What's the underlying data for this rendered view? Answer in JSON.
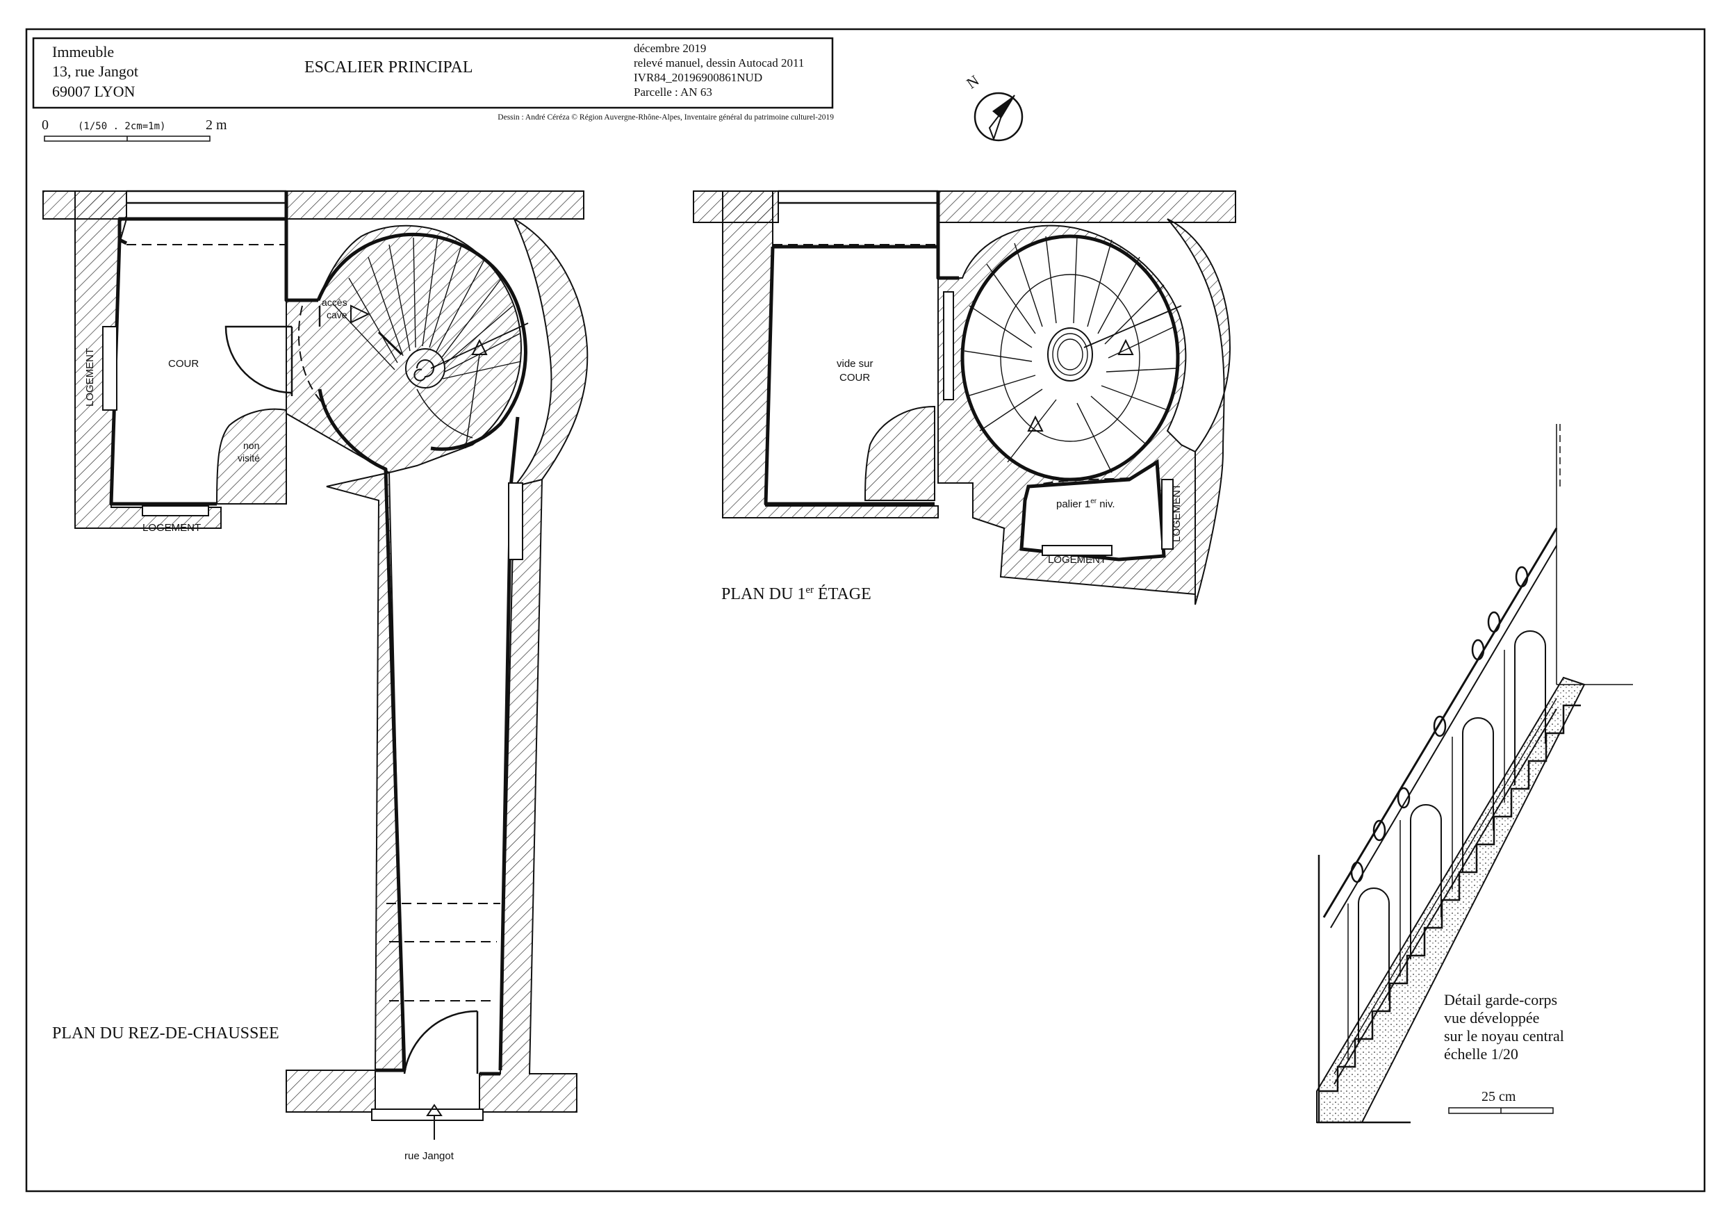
{
  "title_block": {
    "building_line1": "Immeuble",
    "building_line2": "13, rue Jangot",
    "building_line3": "69007 LYON",
    "title": "ESCALIER PRINCIPAL",
    "date": "décembre 2019",
    "method": "relevé manuel, dessin Autocad 2011",
    "reference": "IVR84_20196900861NUD",
    "parcel": "Parcelle : AN 63",
    "credit": "Dessin : André Céréza © Région Auvergne-Rhône-Alpes, Inventaire général du patrimoine culturel-2019"
  },
  "scale_bar": {
    "start": "0",
    "note": "(1/50 . 2cm=1m)",
    "end": "2 m"
  },
  "north_arrow": {
    "letter": "N",
    "icon": "north-arrow-icon"
  },
  "ground_floor": {
    "title": "PLAN DU REZ-DE-CHAUSSEE",
    "labels": {
      "court": "COUR",
      "dwelling_left": "LOGEMENT",
      "dwelling_bottom": "LOGEMENT",
      "cellar_line1": "accès",
      "cellar_line2": "cave",
      "not_visited_line1": "non",
      "not_visited_line2": "visité",
      "street": "rue Jangot"
    }
  },
  "first_floor": {
    "title_main": "PLAN DU 1",
    "title_sup": "er",
    "title_end": " ÉTAGE",
    "labels": {
      "void_line1": "vide sur",
      "void_line2": "COUR",
      "landing_main": "palier 1",
      "landing_sup": "er",
      "landing_end": " niv.",
      "dwelling_bottom": "LOGEMENT",
      "dwelling_right": "LOGEMENT"
    }
  },
  "detail": {
    "line1": "Détail garde-corps",
    "line2": "vue développée",
    "line3": "sur le noyau central",
    "line4": "échelle 1/20",
    "scale_label": "25 cm"
  }
}
